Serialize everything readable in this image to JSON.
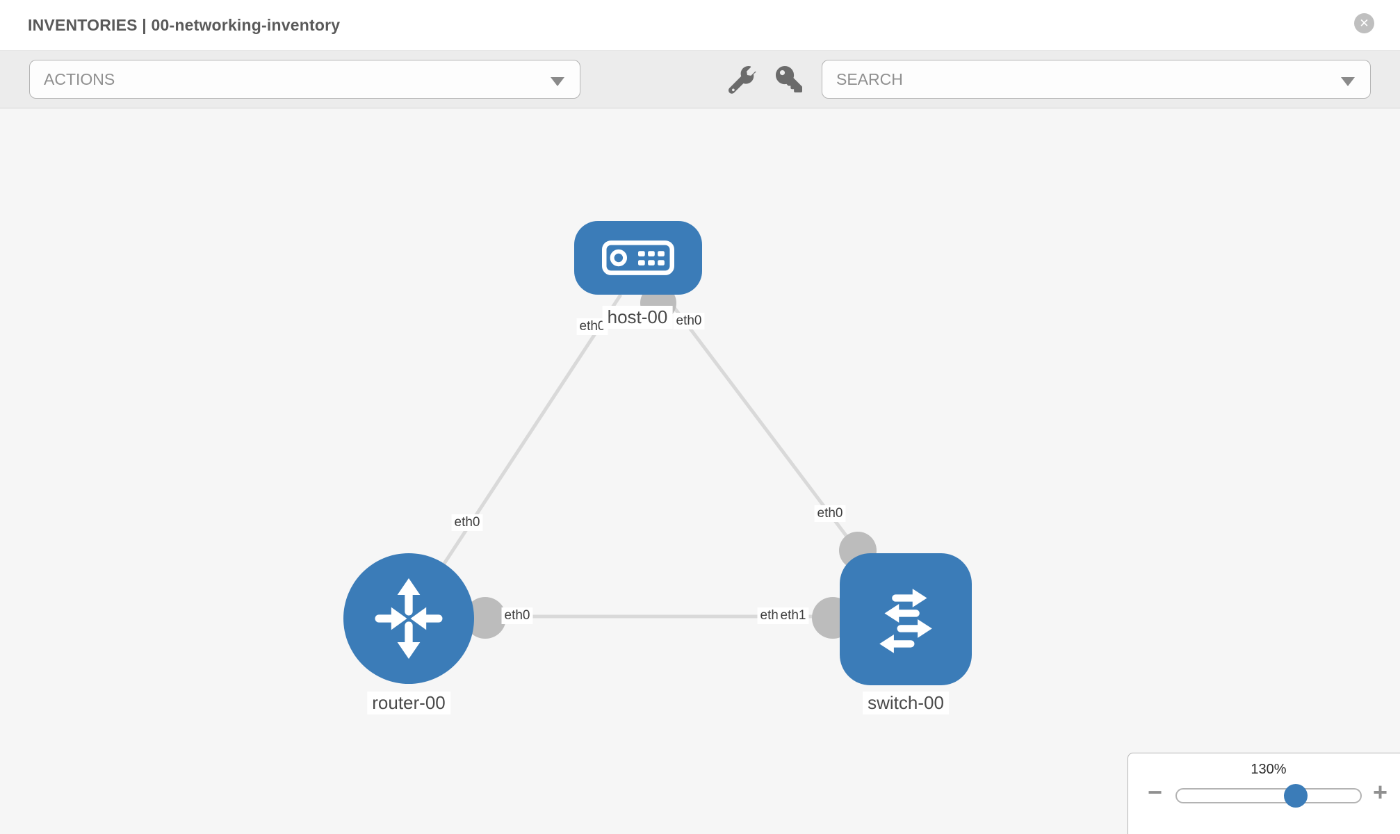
{
  "window": {
    "title": "INVENTORIES | 00-networking-inventory"
  },
  "toolbar": {
    "actions_dropdown": {
      "value": "ACTIONS"
    },
    "search_dropdown": {
      "placeholder": "SEARCH"
    },
    "icons": [
      "wrench-icon",
      "key-icon"
    ]
  },
  "topology": {
    "nodes": [
      {
        "id": "host-00",
        "type": "host",
        "label": "host-00"
      },
      {
        "id": "router-00",
        "type": "router",
        "label": "router-00"
      },
      {
        "id": "switch-00",
        "type": "switch",
        "label": "switch-00"
      }
    ],
    "edges": [
      {
        "from": "host-00",
        "to": "router-00"
      },
      {
        "from": "host-00",
        "to": "switch-00"
      },
      {
        "from": "router-00",
        "to": "switch-00"
      }
    ],
    "interface_labels": [
      {
        "text": "eth0",
        "edge": "host-00 - router-00",
        "end": "host-00"
      },
      {
        "text": "eth0",
        "edge": "host-00 - switch-00",
        "end": "host-00"
      },
      {
        "text": "eth0",
        "edge": "host-00 - router-00",
        "end": "router-00"
      },
      {
        "text": "eth0",
        "edge": "host-00 - switch-00",
        "end": "switch-00"
      },
      {
        "text": "eth0",
        "edge": "router-00 - switch-00",
        "end": "router-00"
      },
      {
        "text": "eth0",
        "edge": "router-00 - switch-00",
        "end": "switch-00 (behind)"
      },
      {
        "text": "eth1",
        "edge": "router-00 - switch-00",
        "end": "switch-00"
      }
    ]
  },
  "zoom_control": {
    "level": "130%",
    "minus_label": "−",
    "plus_label": "+"
  },
  "colors": {
    "node_blue": "#3b7cb8",
    "connector_gray": "#bcbcbc",
    "edge_gray": "#d9d9d9",
    "toolbar_bg": "#ececec",
    "canvas_bg": "#f6f6f6",
    "icon_gray": "#6b6b6b"
  }
}
